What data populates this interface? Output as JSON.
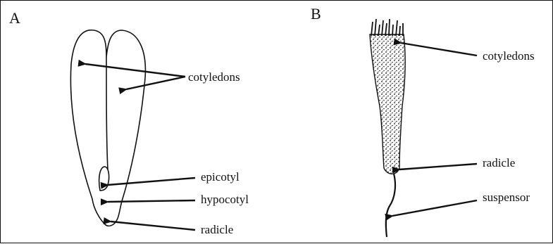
{
  "panels": [
    {
      "letter": "A",
      "labels": {
        "cotyledons": "cotyledons",
        "epicotyl": "epicotyl",
        "hypocotyl": "hypocotyl",
        "radicle": "radicle"
      }
    },
    {
      "letter": "B",
      "labels": {
        "cotyledons": "cotyledons",
        "radicle": "radicle",
        "suspensor": "suspensor"
      }
    }
  ]
}
